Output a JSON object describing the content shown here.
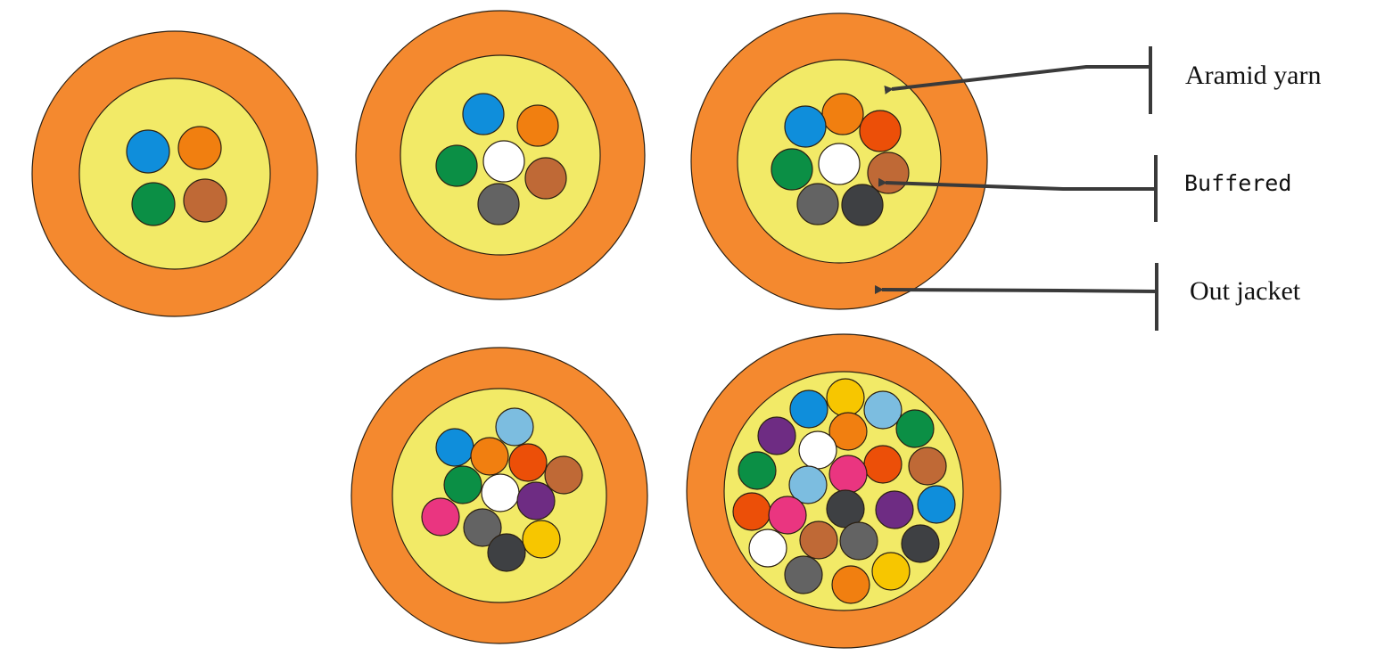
{
  "colors": {
    "jacket": "#f4892f",
    "aramid": "#f2ea67",
    "outline": "#2b2013",
    "leader": "#3a3a3a",
    "fiber_palette": {
      "blue": "#0f8edb",
      "orange": "#f17f10",
      "green": "#0b8f45",
      "brown": "#bf6936",
      "white": "#ffffff",
      "slate": "#636363",
      "red": "#ec4f08",
      "black": "#3e4043",
      "aqua": "#7cbde0",
      "violet": "#6e2c83",
      "rose": "#ea3580",
      "yellow": "#f7c600"
    }
  },
  "cables": [
    {
      "fiber_count": 4,
      "fibers": [
        "blue",
        "orange",
        "green",
        "brown"
      ]
    },
    {
      "fiber_count": 6,
      "fibers": [
        "blue",
        "orange",
        "green",
        "white",
        "brown",
        "slate"
      ]
    },
    {
      "fiber_count": 8,
      "fibers": [
        "orange",
        "blue",
        "red",
        "green",
        "white",
        "brown",
        "slate",
        "black"
      ]
    },
    {
      "fiber_count": 12,
      "fibers": [
        "aqua",
        "blue",
        "orange",
        "red",
        "brown",
        "green",
        "white",
        "violet",
        "rose",
        "slate",
        "yellow",
        "black"
      ]
    },
    {
      "fiber_count": 24,
      "fibers": [
        "yellow",
        "blue",
        "aqua",
        "violet",
        "orange",
        "green",
        "white",
        "green",
        "red",
        "rose",
        "brown",
        "aqua",
        "red",
        "rose",
        "black",
        "violet",
        "blue",
        "white",
        "brown",
        "slate",
        "black",
        "slate",
        "orange",
        "yellow"
      ]
    }
  ],
  "callouts": {
    "aramid_yarn": "Aramid yarn",
    "buffered": "Buffered",
    "out_jacket": "Out jacket"
  }
}
